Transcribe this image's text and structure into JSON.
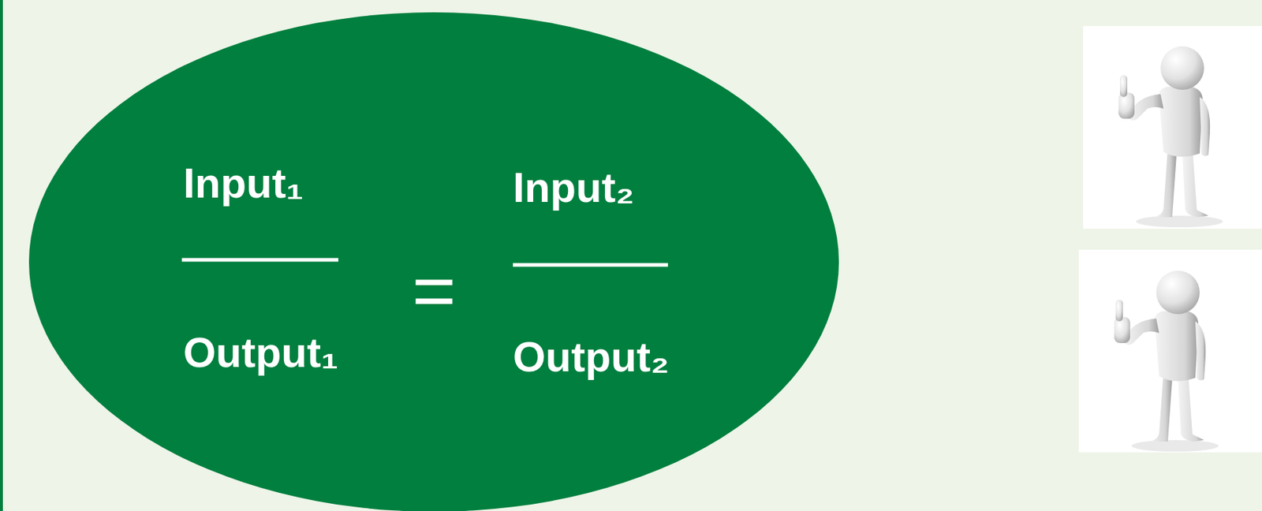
{
  "diagram": {
    "nodes": [
      {
        "text": [
          "Input₁",
          "Output₁",
          "=",
          "Input₂",
          "Output₂"
        ]
      }
    ]
  }
}
